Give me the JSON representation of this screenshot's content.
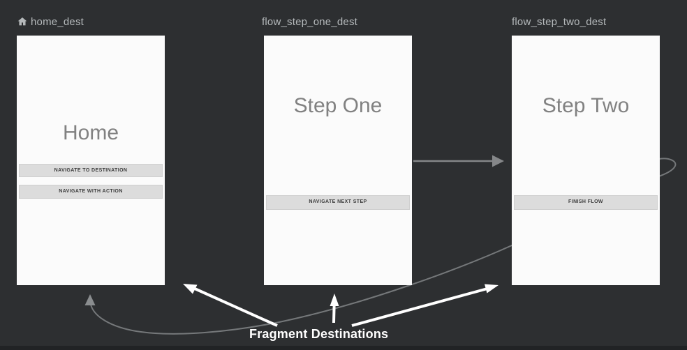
{
  "editor": {
    "annotation_label": "Fragment Destinations",
    "annotation_color": "#ffffff"
  },
  "destinations": [
    {
      "id": "home_dest",
      "label": "home_dest",
      "start_destination": true,
      "icon": "home-icon",
      "title": "Home",
      "buttons": [
        "NAVIGATE TO DESTINATION",
        "NAVIGATE WITH ACTION"
      ]
    },
    {
      "id": "flow_step_one_dest",
      "label": "flow_step_one_dest",
      "start_destination": false,
      "title": "Step One",
      "buttons": [
        "NAVIGATE NEXT STEP"
      ]
    },
    {
      "id": "flow_step_two_dest",
      "label": "flow_step_two_dest",
      "start_destination": false,
      "title": "Step Two",
      "buttons": [
        "FINISH FLOW"
      ]
    }
  ],
  "edges": [
    {
      "name": "action-step-one-to-step-two",
      "style": "straight-arrow",
      "color": "#858789"
    },
    {
      "name": "action-step-two-pop-to-home",
      "style": "looping-curve",
      "color": "#75787a"
    }
  ],
  "colors": {
    "background": "#2d2f31",
    "card": "#fbfbfb",
    "dest_label": "#b5b9bb",
    "preview_button_bg": "#dcdcdc",
    "bottom_bar": "#212325"
  }
}
